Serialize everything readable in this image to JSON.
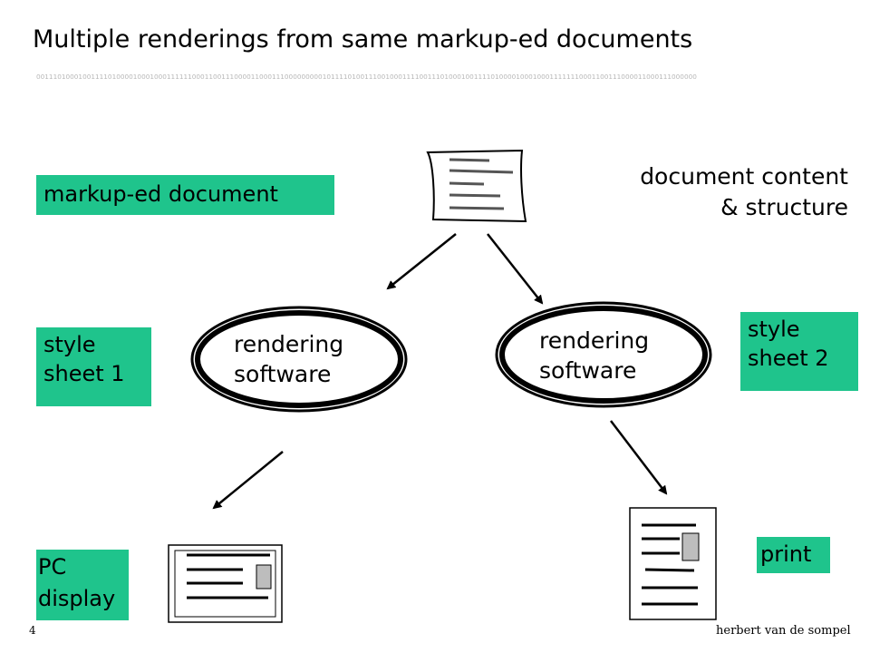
{
  "slide": {
    "title": "Multiple renderings from same markup-ed documents",
    "binary_strip": "0011101000100111101000010001000111111000110011100001100011100000000010111101001110010001111001110100010011110100001000100011111110001100111000011000111000000"
  },
  "labels": {
    "markup_doc": "markup-ed document",
    "doc_content_line1": "document content",
    "doc_content_line2": "& structure",
    "style_sheet1_line1": "style",
    "style_sheet1_line2": "sheet 1",
    "style_sheet2_line1": "style",
    "style_sheet2_line2": "sheet 2",
    "renderer_left_line1": "rendering",
    "renderer_left_line2": "software",
    "renderer_right_line1": "rendering",
    "renderer_right_line2": "software",
    "pc_display_line1": "PC",
    "pc_display_line2": "display",
    "print": "print"
  },
  "footer": {
    "page_number": "4",
    "author": "herbert van de sompel"
  },
  "colors": {
    "label_box": "#1fc48c",
    "binary_text": "#b8b8b8"
  },
  "icons": [
    "document-icon",
    "monitor-icon",
    "printed-page-icon"
  ]
}
